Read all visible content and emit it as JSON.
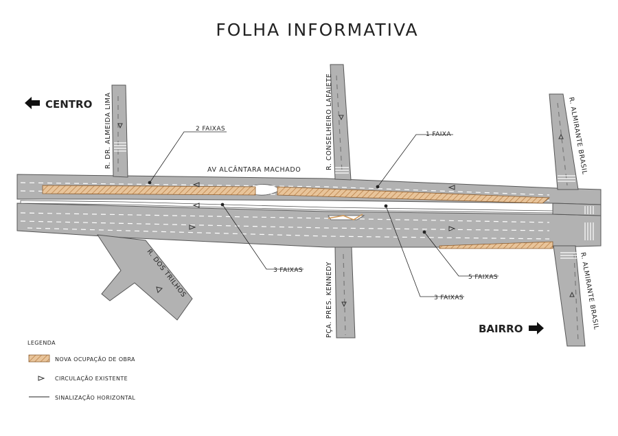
{
  "title": "FOLHA INFORMATIVA",
  "directions": {
    "centro": "CENTRO",
    "bairro": "BAIRRO"
  },
  "streets": {
    "main_avenue": "AV ALCÂNTARA MACHADO",
    "almeida_lima": "R. DR. ALMEIDA LIMA",
    "conselheiro_lafaiete": "R. CONSELHEIRO LAFAIETE",
    "almirante_brasil_north": "R. ALMIRANTE BRASIL",
    "almirante_brasil_south": "R. ALMIRANTE BRASIL",
    "dos_trilhos": "R. DOS TRILHOS",
    "pca_kennedy": "PÇA. PRES. KENNEDY"
  },
  "lane_labels": {
    "two_lanes": "2 FAIXAS",
    "one_lane": "1 FAIXA",
    "three_lanes_left": "3 FAIXAS",
    "five_lanes": "5 FAIXAS",
    "three_lanes_right": "3 FAIXAS"
  },
  "legend": {
    "title": "LEGENDA",
    "items": [
      {
        "symbol": "hatch",
        "label": "NOVA OCUPAÇÃO DE OBRA"
      },
      {
        "symbol": "triangle",
        "label": "CIRCULAÇÃO EXISTENTE"
      },
      {
        "symbol": "line",
        "label": "SINALIZAÇÃO HORIZONTAL"
      }
    ]
  },
  "colors": {
    "road": "#b2b2b2",
    "road_edge": "#555555",
    "work_zone": "#e8c49a",
    "work_hatch": "#b5793f",
    "lane_marking": "#ffffff",
    "median": "#ffffff"
  }
}
